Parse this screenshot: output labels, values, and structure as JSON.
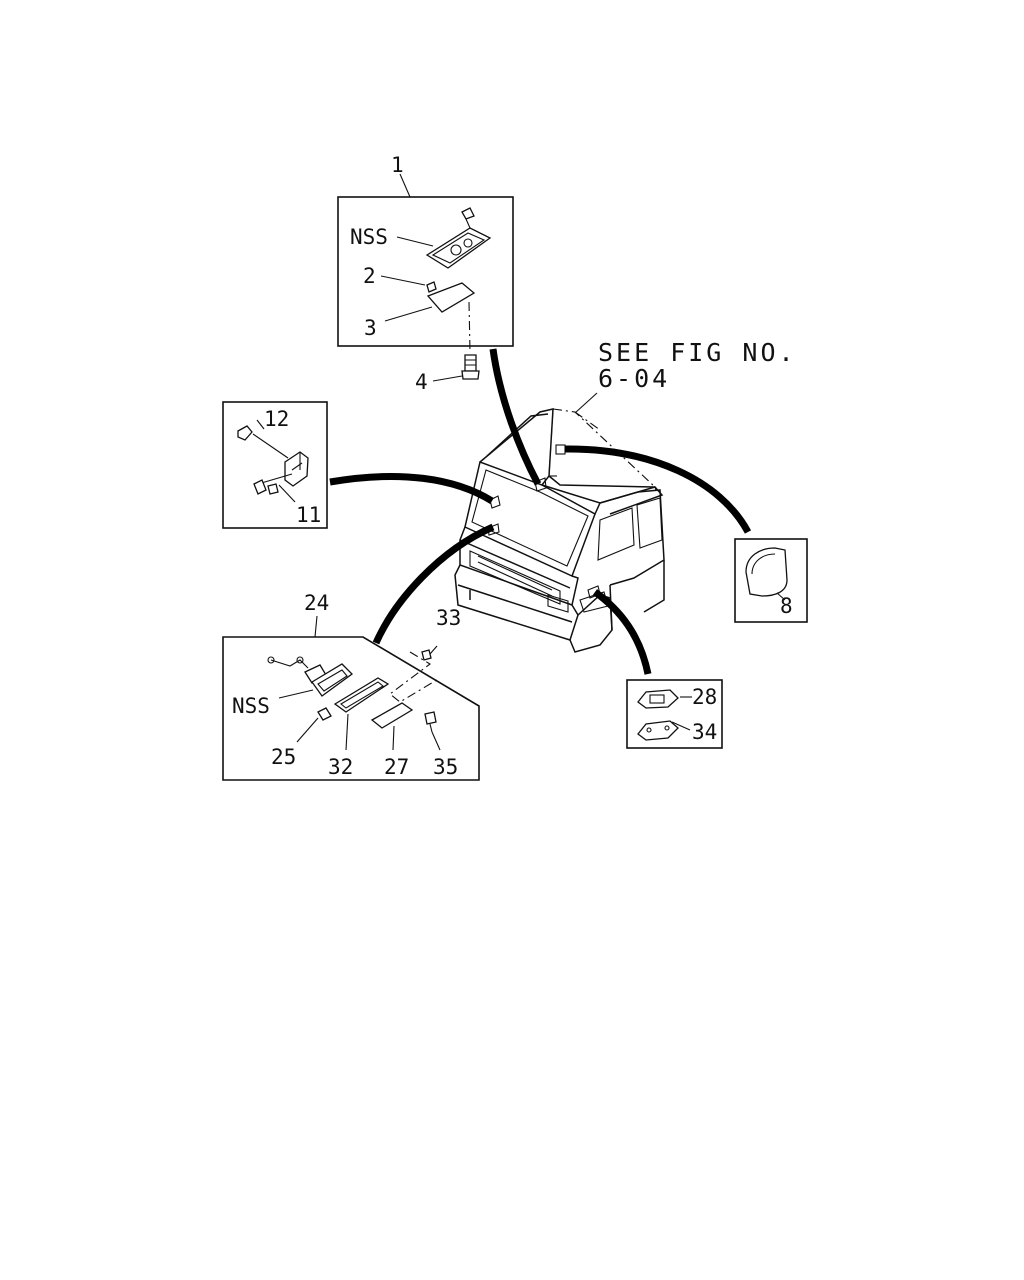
{
  "callouts": {
    "c1": "1",
    "c_nss_top": "NSS",
    "c2": "2",
    "c3": "3",
    "c4": "4",
    "c12": "12",
    "c11": "11",
    "see_line1": "SEE FIG NO.",
    "see_line2": "6-04",
    "c8": "8",
    "c24": "24",
    "c33": "33",
    "c_nss_side": "NSS",
    "c25": "25",
    "c32": "32",
    "c27": "27",
    "c35": "35",
    "c28": "28",
    "c34": "34"
  }
}
